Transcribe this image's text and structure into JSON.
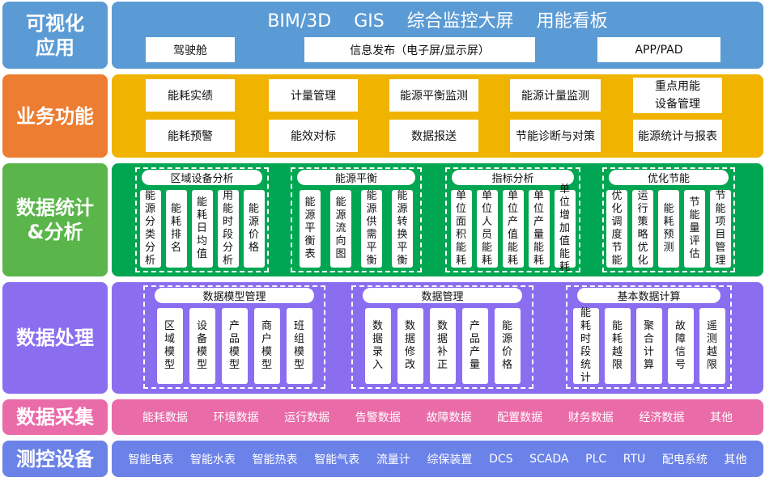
{
  "colors": {
    "app": "#5b9bd5",
    "business": "#f0b400",
    "business_side": "#ed7d31",
    "stats": "#00a651",
    "stats_side": "#5ab54a",
    "processing": "#8b6ef0",
    "collection": "#e96ba8",
    "devices": "#6b82e8"
  },
  "app_layer": {
    "side_label": "可视化\n应用",
    "title": "BIM/3D    GIS    综合监控大屏    用能看板",
    "buttons": [
      "驾驶舱",
      "信息发布（电子屏/显示屏）",
      "APP/PAD"
    ]
  },
  "business_layer": {
    "side_label": "业务功能",
    "row1": [
      "能耗实绩",
      "计量管理",
      "能源平衡监测",
      "能源计量监测",
      "重点用能\n设备管理"
    ],
    "row2": [
      "能耗预警",
      "能效对标",
      "数据报送",
      "节能诊断与对策",
      "能源统计与报表"
    ]
  },
  "stats_layer": {
    "side_label": "数据统计\n&分析",
    "groups": [
      {
        "title": "区域设备分析",
        "items": [
          "能源分类分析",
          "能耗排名",
          "能耗日均值",
          "用能时段分析",
          "能源价格"
        ]
      },
      {
        "title": "能源平衡",
        "items": [
          "能源平衡表",
          "能源流向图",
          "能源供需平衡",
          "能源转换平衡"
        ]
      },
      {
        "title": "指标分析",
        "items": [
          "单位面积能耗",
          "单位人员能耗",
          "单位产值能耗",
          "单位产量能耗",
          "单位增加值能耗"
        ]
      },
      {
        "title": "优化节能",
        "items": [
          "优化调度节能",
          "运行策略优化",
          "能耗预测",
          "节能量评估",
          "节能项目管理"
        ]
      }
    ]
  },
  "processing_layer": {
    "side_label": "数据处理",
    "groups": [
      {
        "title": "数据模型管理",
        "items": [
          "区域模型",
          "设备模型",
          "产品模型",
          "商户模型",
          "班组模型"
        ]
      },
      {
        "title": "数据管理",
        "items": [
          "数据录入",
          "数据修改",
          "数据补正",
          "产品产量",
          "能源价格"
        ]
      },
      {
        "title": "基本数据计算",
        "items": [
          "能耗时段统计",
          "能耗越限",
          "聚合计算",
          "故障信号",
          "遥测越限"
        ]
      }
    ]
  },
  "collection_layer": {
    "side_label": "数据采集",
    "items": [
      "能耗数据",
      "环境数据",
      "运行数据",
      "告警数据",
      "故障数据",
      "配置数据",
      "财务数据",
      "经济数据",
      "其他"
    ]
  },
  "devices_layer": {
    "side_label": "测控设备",
    "items": [
      "智能电表",
      "智能水表",
      "智能热表",
      "智能气表",
      "流量计",
      "综保装置",
      "DCS",
      "SCADA",
      "PLC",
      "RTU",
      "配电系统",
      "其他"
    ]
  }
}
